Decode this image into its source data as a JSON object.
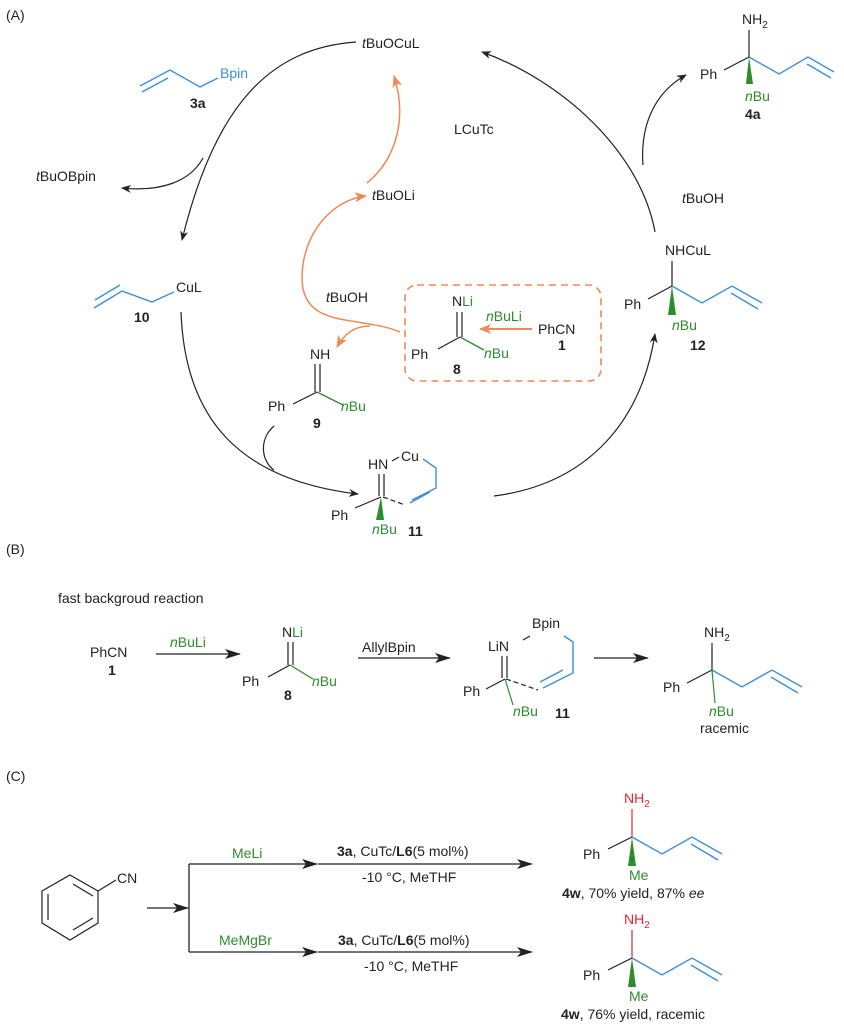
{
  "colors": {
    "black": "#222222",
    "blue": "#3b8fd9",
    "green": "#2e8b2e",
    "orange": "#f08a55",
    "red": "#e8242a"
  },
  "panelA": {
    "label": "(A)",
    "tBuOCuL": {
      "prefix": "t",
      "rest": "BuOCuL"
    },
    "reagent3a": {
      "group": "Bpin",
      "id": "3a"
    },
    "tBuOBpin": {
      "prefix": "t",
      "rest": "BuOBpin"
    },
    "LCuTc": "LCuTc",
    "tBuOLi": {
      "prefix": "t",
      "rest": "BuOLi"
    },
    "tBuOH_left": {
      "prefix": "t",
      "rest": "BuOH"
    },
    "tBuOH_right": {
      "prefix": "t",
      "rest": "BuOH"
    },
    "product4a": {
      "nh2": "NH",
      "nh2_sub": "2",
      "ph": "Ph",
      "nbu_n": "n",
      "nbu": "Bu",
      "id": "4a"
    },
    "allylCu10": {
      "cul": "CuL",
      "id": "10"
    },
    "int12": {
      "nhcul": "NHCuL",
      "ph": "Ph",
      "nbu_n": "n",
      "nbu": "Bu",
      "id": "12"
    },
    "box": {
      "nli_n": "N",
      "nli_li": "Li",
      "ph": "Ph",
      "nbu_n": "n",
      "nbu": "Bu",
      "id8": "8",
      "reagent_n": "n",
      "reagent": "BuLi",
      "phcn": "PhCN",
      "id1": "1"
    },
    "imine9": {
      "nh": "NH",
      "ph": "Ph",
      "nbu_n": "n",
      "nbu": "Bu",
      "id": "9"
    },
    "ts11": {
      "hn": "HN",
      "cu": "Cu",
      "ph": "Ph",
      "nbu_n": "n",
      "nbu": "Bu",
      "id": "11"
    }
  },
  "panelB": {
    "label": "(B)",
    "caption": "fast backgroud reaction",
    "phcn": "PhCN",
    "id1": "1",
    "reagent1_n": "n",
    "reagent1": "BuLi",
    "int8": {
      "n": "N",
      "li": "Li",
      "ph": "Ph",
      "nbu_n": "n",
      "nbu": "Bu",
      "id": "8"
    },
    "reagent2": "AllylBpin",
    "ts11": {
      "lin": "LiN",
      "bpin": "Bpin",
      "ph": "Ph",
      "nbu_n": "n",
      "nbu": "Bu",
      "id": "11"
    },
    "product": {
      "nh2": "NH",
      "nh2_sub": "2",
      "ph": "Ph",
      "nbu_n": "n",
      "nbu": "Bu",
      "note": "racemic"
    }
  },
  "panelC": {
    "label": "(C)",
    "start_group": "CN",
    "routes": [
      {
        "reagent": "MeLi",
        "cond_bold1": "3a",
        "cond_mid": ", CuTc/",
        "cond_bold2": "L6",
        "cond_end": "(5 mol%)",
        "cond_line2": "-10 °C, MeTHF",
        "product": {
          "nh2": "NH",
          "nh2_sub": "2",
          "ph": "Ph",
          "me": "Me"
        },
        "result_id": "4w",
        "result_text": ", 70% yield, 87% ",
        "result_ee": "ee"
      },
      {
        "reagent": "MeMgBr",
        "cond_bold1": "3a",
        "cond_mid": ", CuTc/",
        "cond_bold2": "L6",
        "cond_end": "(5 mol%)",
        "cond_line2": "-10 °C, MeTHF",
        "product": {
          "nh2": "NH",
          "nh2_sub": "2",
          "ph": "Ph",
          "me": "Me"
        },
        "result_id": "4w",
        "result_text": ", 76% yield, racemic",
        "result_ee": ""
      }
    ]
  }
}
